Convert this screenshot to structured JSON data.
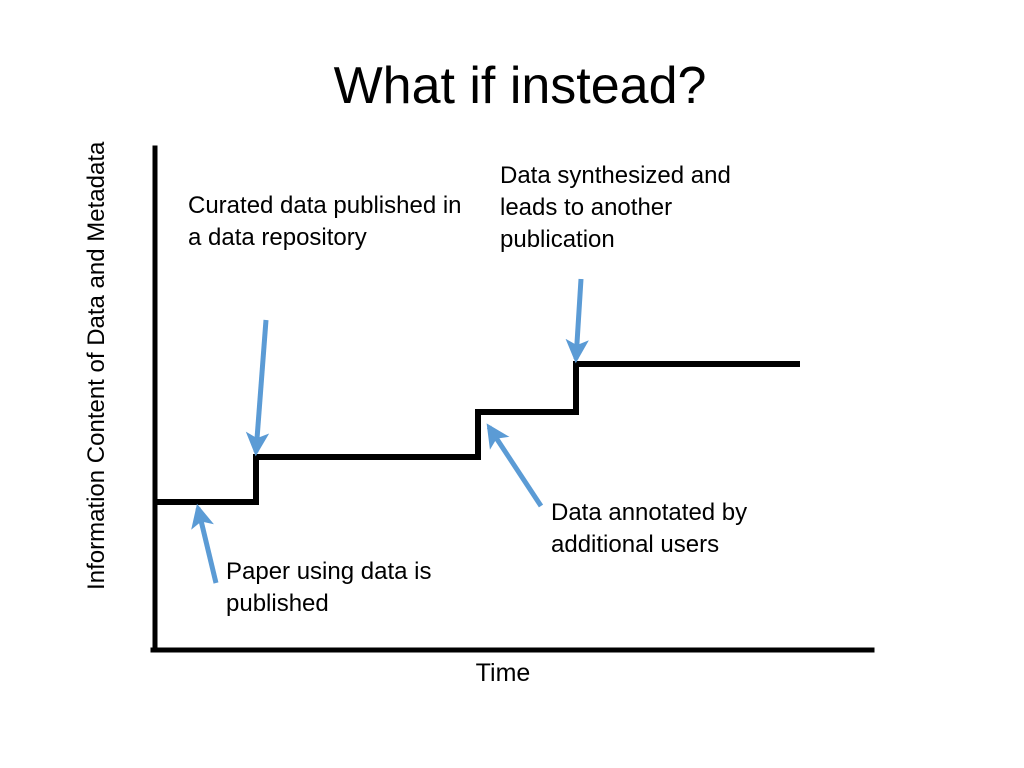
{
  "slide": {
    "title": "What if instead?",
    "background_color": "#ffffff",
    "line_color": "#000000",
    "arrow_color": "#5b9bd5"
  },
  "chart_data": {
    "type": "line",
    "subtype": "step",
    "title": "What if instead?",
    "xlabel": "Time",
    "ylabel": "Information Content of Data and Metadata",
    "grid": false,
    "legend": null,
    "axis_ticks": {
      "x": [],
      "y": []
    },
    "xlim": [
      0,
      1
    ],
    "ylim": [
      0,
      1
    ],
    "x": [
      0.0,
      0.14,
      0.14,
      0.45,
      0.45,
      0.59,
      0.59,
      1.0
    ],
    "y": [
      0.295,
      0.295,
      0.385,
      0.385,
      0.475,
      0.475,
      0.571,
      0.571
    ],
    "steps": [
      {
        "level": 1,
        "value": 0.295,
        "x_start": 0.0,
        "x_end": 0.14,
        "label": "Paper using data is published"
      },
      {
        "level": 2,
        "value": 0.385,
        "x_start": 0.14,
        "x_end": 0.45,
        "label": "Curated data published in a data repository"
      },
      {
        "level": 3,
        "value": 0.475,
        "x_start": 0.45,
        "x_end": 0.59,
        "label": "Data annotated by additional users"
      },
      {
        "level": 4,
        "value": 0.571,
        "x_start": 0.59,
        "x_end": 1.0,
        "label": "Data synthesized and leads to another publication"
      }
    ],
    "annotations": [
      {
        "name": "curated-data",
        "text": "Curated data published in a data repository",
        "points_to": "step-2-riser"
      },
      {
        "name": "data-synthesized",
        "text": "Data synthesized and leads to another publication",
        "points_to": "step-4-riser"
      },
      {
        "name": "data-annotated",
        "text": "Data annotated by additional users",
        "points_to": "step-3-riser"
      },
      {
        "name": "paper-published",
        "text": "Paper using data is published",
        "points_to": "step-1-level"
      }
    ]
  },
  "callouts": {
    "curated": "Curated data published in a data repository",
    "synthesized": "Data synthesized and leads to another publication",
    "annotated": "Data annotated by additional users",
    "paper": "Paper using data is published"
  },
  "axes": {
    "x_title": "Time",
    "y_title": "Information Content of Data and Metadata"
  }
}
